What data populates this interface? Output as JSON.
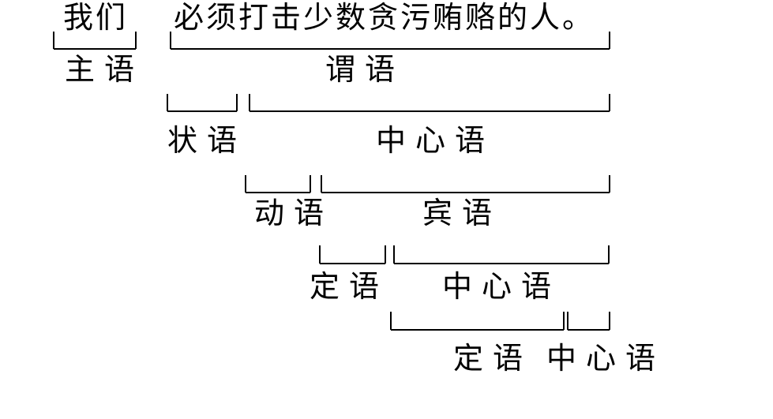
{
  "sentence": {
    "subject": "我们",
    "predicate": "必须打击少数贪污贿赂的人。"
  },
  "labels": {
    "subject": "主语",
    "predicate": "谓语",
    "adverbial": "状语",
    "head_1": "中心语",
    "verb": "动语",
    "object": "宾语",
    "attributive_1": "定语",
    "head_2": "中心语",
    "attributive_2": "定语",
    "head_3": "中心语"
  }
}
